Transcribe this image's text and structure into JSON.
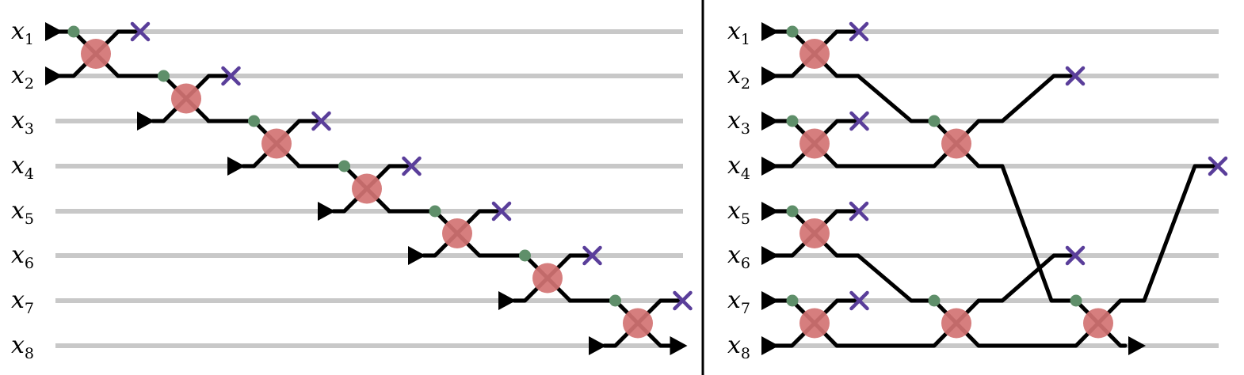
{
  "colors": {
    "wire": "#c8c8c8",
    "path": "#000000",
    "node": "#d27373",
    "node_cross": "#b06060",
    "dot": "#5f8f6a",
    "terminate": "#5a3e9a",
    "divider": "#000000"
  },
  "icons": {
    "start": "triangle-start-icon",
    "merge": "merge-node-icon",
    "control": "control-dot-icon",
    "terminate": "cross-terminate-icon",
    "output": "triangle-output-icon"
  },
  "panels": [
    {
      "name": "left-panel",
      "labels": [
        {
          "base": "x",
          "sub": "1"
        },
        {
          "base": "x",
          "sub": "2"
        },
        {
          "base": "x",
          "sub": "3"
        },
        {
          "base": "x",
          "sub": "4"
        },
        {
          "base": "x",
          "sub": "5"
        },
        {
          "base": "x",
          "sub": "6"
        },
        {
          "base": "x",
          "sub": "7"
        },
        {
          "base": "x",
          "sub": "8"
        }
      ],
      "structure": "sequential cascade: each step merges the carried value with the next input wire; one branch is terminated, the other carries down; the final step outputs on x8"
    },
    {
      "name": "right-panel",
      "labels": [
        {
          "base": "x",
          "sub": "1"
        },
        {
          "base": "x",
          "sub": "2"
        },
        {
          "base": "x",
          "sub": "3"
        },
        {
          "base": "x",
          "sub": "4"
        },
        {
          "base": "x",
          "sub": "5"
        },
        {
          "base": "x",
          "sub": "6"
        },
        {
          "base": "x",
          "sub": "7"
        },
        {
          "base": "x",
          "sub": "8"
        }
      ],
      "structure": "tree: pairwise merges of (x1,x2),(x3,x4),(x5,x6),(x7,x8), then (x2,x4),(x6,x8), then (x4,x8); output on x8"
    }
  ]
}
